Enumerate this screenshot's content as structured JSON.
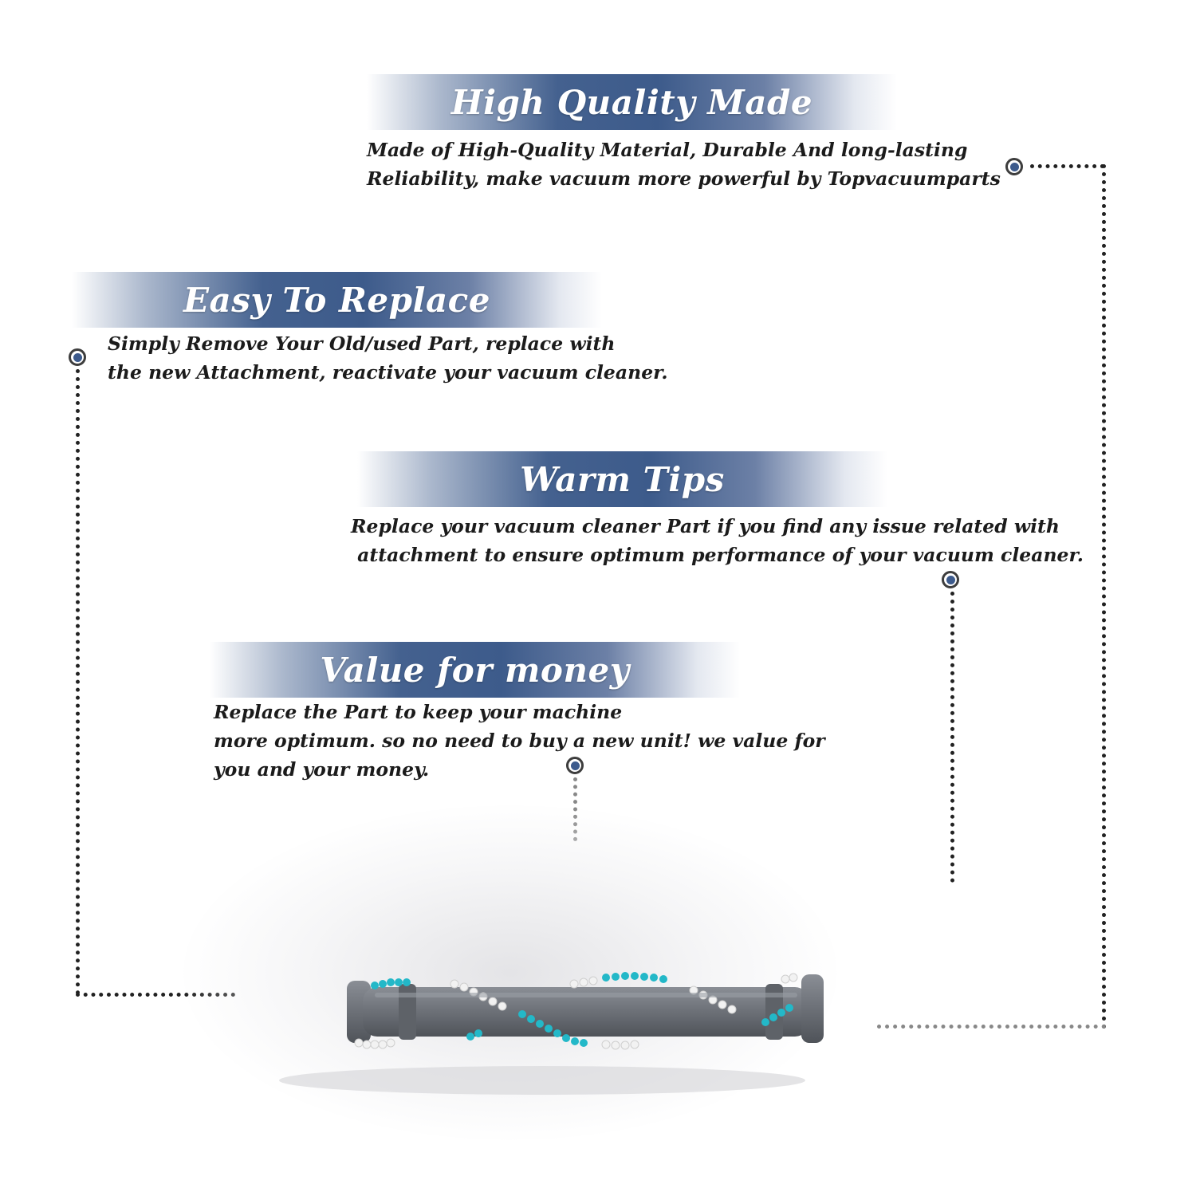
{
  "sections": [
    {
      "title": "High Quality Made",
      "lines": [
        "Made of  High-Quality Material, Durable And long-lasting",
        "Reliability, make vacuum more powerful by Topvacuumparts"
      ]
    },
    {
      "title": "Easy To Replace",
      "lines": [
        "Simply Remove Your Old/used Part, replace with",
        "the new Attachment, reactivate your vacuum cleaner."
      ]
    },
    {
      "title": "Warm Tips",
      "lines": [
        "Replace your vacuum cleaner Part if you find any issue related with",
        " attachment to ensure optimum performance of your vacuum cleaner."
      ]
    },
    {
      "title": "Value for money",
      "lines": [
        "Replace the Part to keep your machine",
        "more optimum. so no need to buy a new unit! we value for",
        "you and your money."
      ]
    }
  ],
  "product": {
    "icon": "vacuum-brush-roll-image",
    "colors": {
      "roller": "#6f737a",
      "roller_dark": "#55595f",
      "bristle_teal": "#23b8c8",
      "bristle_white": "#f2f2f2"
    }
  },
  "colors": {
    "accent": "#3d5b8b",
    "text": "#1b1b1b",
    "dots": "#222222"
  }
}
